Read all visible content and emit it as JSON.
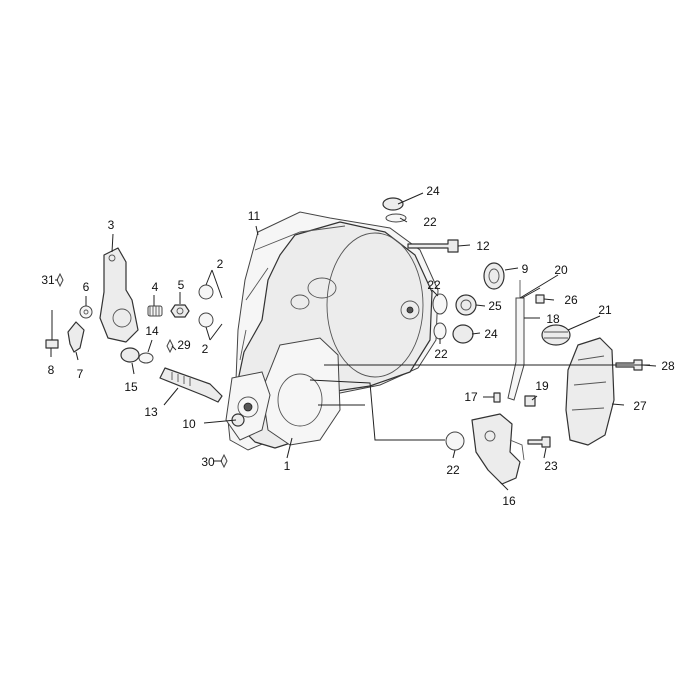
{
  "callouts": [
    {
      "num": "1"
    },
    {
      "num": "2"
    },
    {
      "num": "2"
    },
    {
      "num": "3"
    },
    {
      "num": "4"
    },
    {
      "num": "5"
    },
    {
      "num": "6"
    },
    {
      "num": "7"
    },
    {
      "num": "8"
    },
    {
      "num": "9"
    },
    {
      "num": "10"
    },
    {
      "num": "11"
    },
    {
      "num": "12"
    },
    {
      "num": "13"
    },
    {
      "num": "14"
    },
    {
      "num": "15"
    },
    {
      "num": "16"
    },
    {
      "num": "17"
    },
    {
      "num": "18"
    },
    {
      "num": "19"
    },
    {
      "num": "20"
    },
    {
      "num": "21"
    },
    {
      "num": "22"
    },
    {
      "num": "22"
    },
    {
      "num": "22"
    },
    {
      "num": "22"
    },
    {
      "num": "23"
    },
    {
      "num": "24"
    },
    {
      "num": "24"
    },
    {
      "num": "25"
    },
    {
      "num": "26"
    },
    {
      "num": "27"
    },
    {
      "num": "28"
    },
    {
      "num": "29"
    },
    {
      "num": "30"
    },
    {
      "num": "31"
    }
  ]
}
